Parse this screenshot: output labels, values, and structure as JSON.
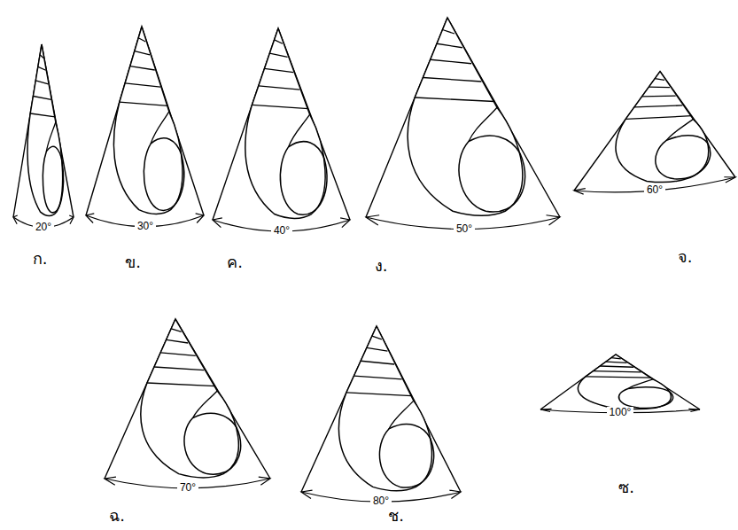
{
  "diagram": {
    "labels": [
      "20°",
      "30°",
      "40°",
      "50°",
      "60°",
      "70°",
      "80°",
      "100°",
      "ก.",
      "ข.",
      "ค.",
      "ง.",
      "จ.",
      "ฉ.",
      "ช.",
      "ซ."
    ]
  }
}
